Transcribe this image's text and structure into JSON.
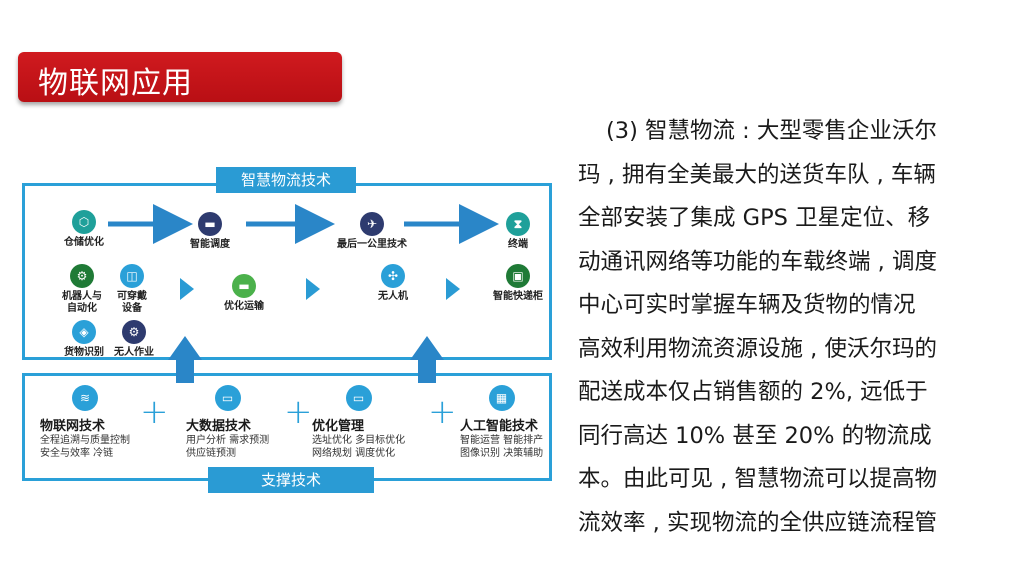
{
  "slide": {
    "title": "物联网应用",
    "body_lines": [
      "(3) 智慧物流 : 大型零售企业沃尔",
      "玛 , 拥有全美最大的送货车队 , 车辆",
      "全部安装了集成 GPS 卫星定位、移",
      "动通讯网络等功能的车载终端 , 调度",
      "中心可实时掌握车辆及货物的情况",
      "高效利用物流资源设施 , 使沃尔玛的",
      "配送成本仅占销售额的 2%, 远低于",
      "同行高达 10% 甚至 20% 的物流成",
      "本。由此可见 , 智慧物流可以提高物",
      "流效率 , 实现物流的全供应链流程管"
    ]
  },
  "diagram": {
    "top_tag": "智慧物流技术",
    "bottom_tag": "支撑技术",
    "nodes": {
      "warehouse": "仓储优化",
      "dispatch": "智能调度",
      "last_mile": "最后一公里技术",
      "terminal": "终端",
      "robot_line1": "机器人与",
      "robot_line2": "自动化",
      "wearable_line1": "可穿戴",
      "wearable_line2": "设备",
      "transport": "优化运输",
      "drone": "无人机",
      "locker": "智能快递柜",
      "cargo_id": "货物识别",
      "unmanned": "无人作业"
    },
    "support": [
      {
        "name": "物联网技术",
        "desc1": "全程追溯与质量控制",
        "desc2": "安全与效率  冷链"
      },
      {
        "name": "大数据技术",
        "desc1": "用户分析  需求预测",
        "desc2": "供应链预测"
      },
      {
        "name": "优化管理",
        "desc1": "选址优化  多目标优化",
        "desc2": "网络规划  调度优化"
      },
      {
        "name": "人工智能技术",
        "desc1": "智能运营 智能排产",
        "desc2": "图像识别 决策辅助"
      }
    ],
    "plus": "+",
    "colors": {
      "accent": "#2aa0d8",
      "title_red": "#c8161d"
    }
  }
}
